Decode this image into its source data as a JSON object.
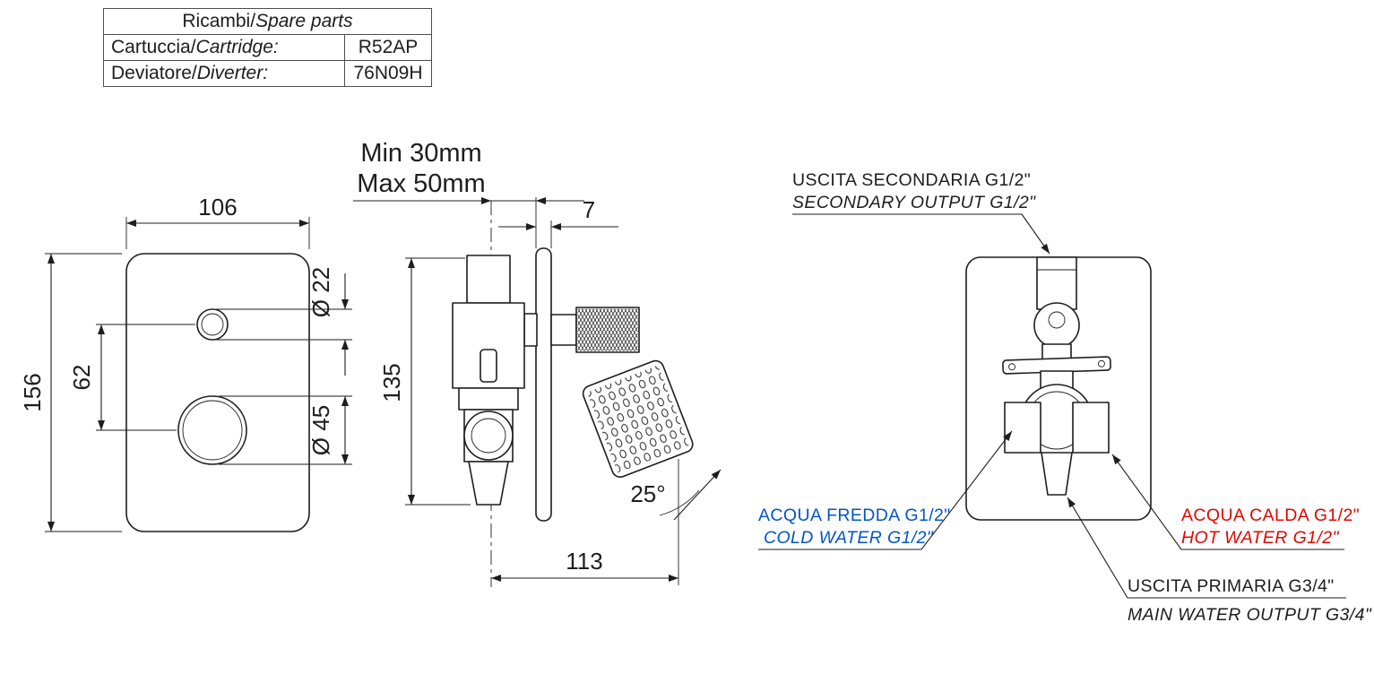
{
  "parts_table": {
    "header": {
      "regular": "Ricambi/",
      "italic": "Spare parts"
    },
    "rows": [
      {
        "label_regular": "Cartuccia/",
        "label_italic": "Cartridge:",
        "value": "R52AP"
      },
      {
        "label_regular": "Deviatore/",
        "label_italic": "Diverter:",
        "value": "76N09H"
      }
    ]
  },
  "front_view": {
    "width": "106",
    "height": "156",
    "handle_spacing": "62",
    "small_diameter": "Ø 22",
    "large_diameter": "Ø 45"
  },
  "side_view": {
    "depth_min": "Min 30mm",
    "depth_max": "Max 50mm",
    "plate_thickness": "7",
    "body_height": "135",
    "total_depth": "113",
    "spout_angle": "25°"
  },
  "back_view": {
    "secondary_output": {
      "line1": "USCITA SECONDARIA G1/2\"",
      "line2": "SECONDARY OUTPUT G1/2\""
    },
    "cold_water": {
      "line1": "ACQUA FREDDA G1/2\"",
      "line2": "COLD WATER G1/2\"",
      "color": "#0055cc"
    },
    "hot_water": {
      "line1": "ACQUA CALDA G1/2\"",
      "line2": "HOT WATER G1/2\"",
      "color": "#e10600"
    },
    "main_output": {
      "line1": "USCITA PRIMARIA G3/4\"",
      "line2": "MAIN WATER OUTPUT G3/4\""
    }
  }
}
